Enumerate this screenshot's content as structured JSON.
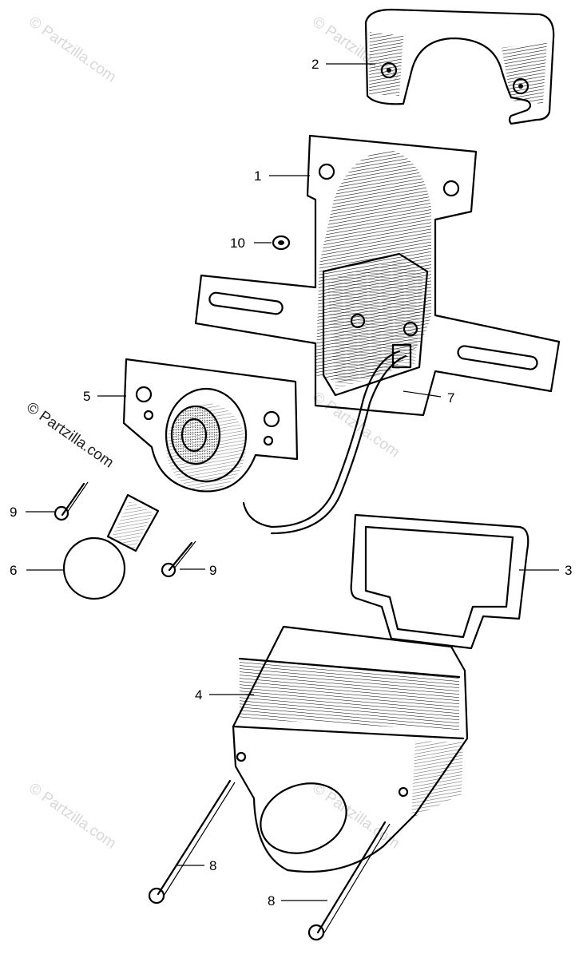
{
  "watermarks": {
    "faint": "© Partzilla.com",
    "dark": "© Partzilla.com"
  },
  "callouts": {
    "c1": "1",
    "c2": "2",
    "c3": "3",
    "c4": "4",
    "c5": "5",
    "c6": "6",
    "c7": "7",
    "c8a": "8",
    "c8b": "8",
    "c9a": "9",
    "c9b": "9",
    "c10": "10"
  }
}
